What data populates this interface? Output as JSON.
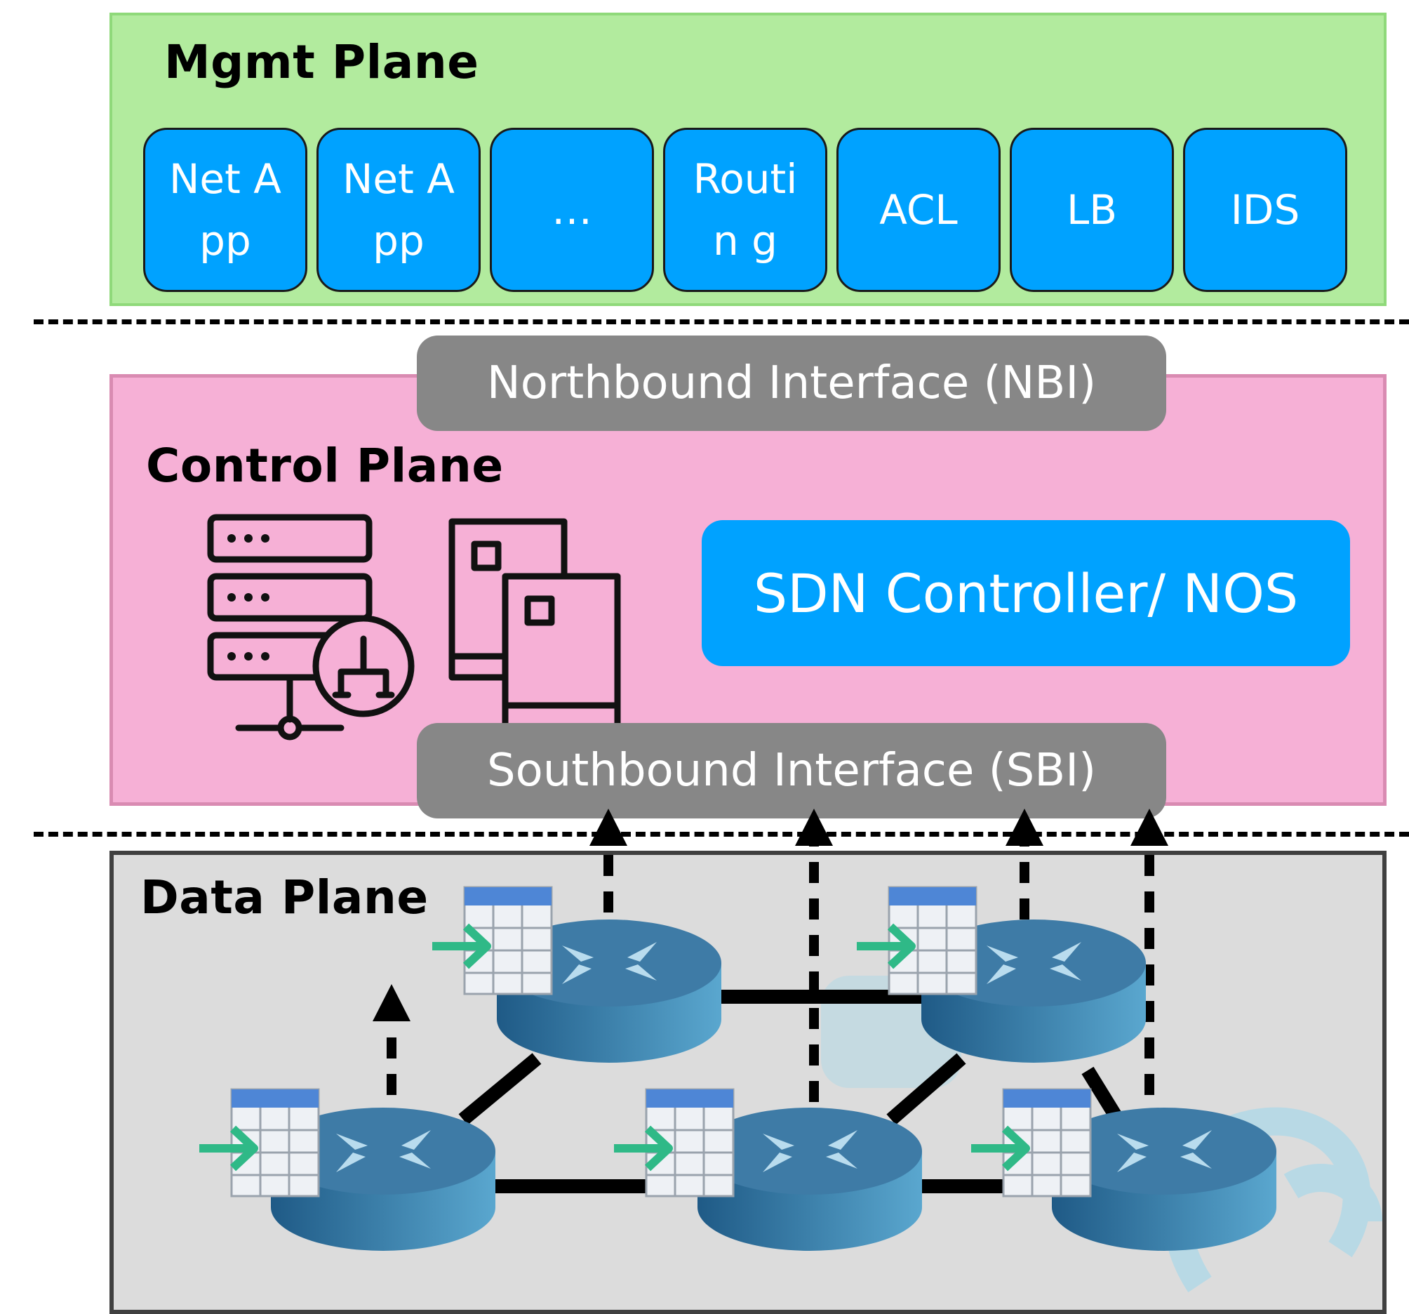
{
  "mgmt_plane": {
    "title": "Mgmt Plane",
    "apps": [
      "Net App",
      "Net App",
      "…",
      "Routin g",
      "ACL",
      "LB",
      "IDS"
    ]
  },
  "interfaces": {
    "northbound": "Northbound Interface (NBI)",
    "southbound": "Southbound Interface (SBI)"
  },
  "control_plane": {
    "title": "Control Plane",
    "controller_label": "SDN Controller/ NOS",
    "icons": [
      "server-rack-network-icon",
      "computer-tower-icon"
    ]
  },
  "data_plane": {
    "title": "Data Plane",
    "router_icon": "router-icon",
    "flow_table_icon": "flow-table-icon"
  },
  "colors": {
    "mgmt_bg": "#b2eb9e",
    "control_bg": "#f6b0d6",
    "data_bg": "#dcdcdc",
    "accent_blue": "#00a2ff",
    "interface_gray": "#878787"
  }
}
